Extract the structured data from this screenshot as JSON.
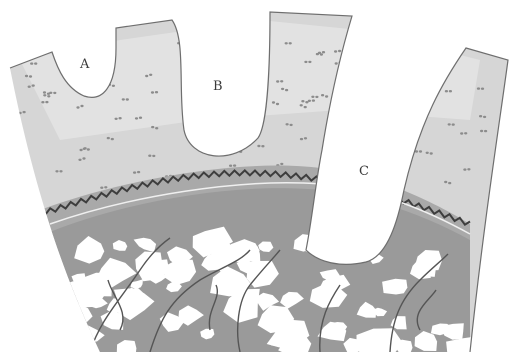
{
  "figure": {
    "labels": {
      "a": "A",
      "b": "B",
      "c": "C"
    },
    "colors": {
      "background": "#ffffff",
      "cartilage": "#d6d6d6",
      "cartilage_light": "#e2e2e2",
      "calcified_zone": "#a9a9a9",
      "bone": "#9a9a9a",
      "marrow_space": "#ffffff",
      "tidemark": "#3d3d3d",
      "outline": "#6e6e6e",
      "vessel": "#555555"
    }
  }
}
